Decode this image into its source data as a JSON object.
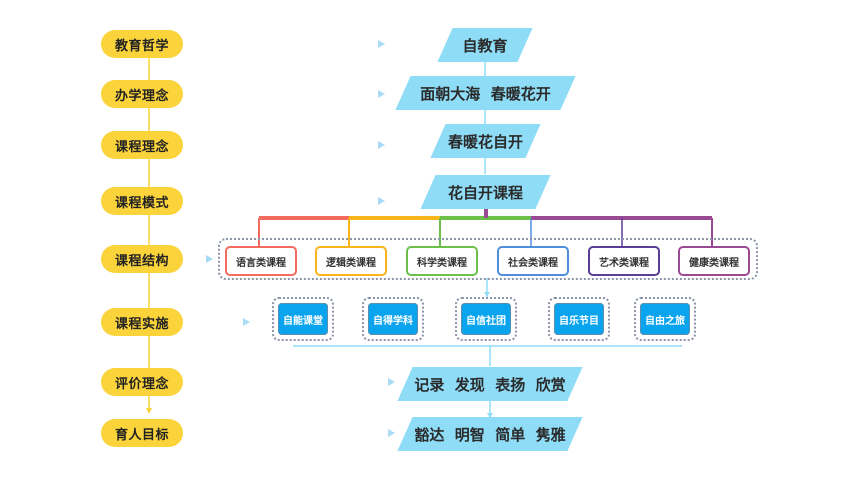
{
  "colors": {
    "pill": "#fbd43c",
    "parallelogram": "#8fdcf7",
    "connector": "#8fdcf7",
    "implementation_box": "#0aa4ee"
  },
  "left_column": [
    {
      "label": "教育哲学"
    },
    {
      "label": "办学理念"
    },
    {
      "label": "课程理念"
    },
    {
      "label": "课程模式"
    },
    {
      "label": "课程结构"
    },
    {
      "label": "课程实施"
    },
    {
      "label": "评价理念"
    },
    {
      "label": "育人目标"
    }
  ],
  "right_column": {
    "philosophy": "自教育",
    "school_idea": "面朝大海  春暖花开",
    "curriculum_idea": "春暖花自开",
    "curriculum_model": "花自开课程",
    "evaluation": "记录  发现  表扬  欣赏",
    "goal": "豁达  明智  简单  隽雅"
  },
  "courses": [
    {
      "label": "语言类课程",
      "color": "#f26b5e"
    },
    {
      "label": "逻辑类课程",
      "color": "#f8b41a"
    },
    {
      "label": "科学类课程",
      "color": "#6cc04a"
    },
    {
      "label": "社会类课程",
      "color": "#4f8ddd"
    },
    {
      "label": "艺术类课程",
      "color": "#5b3c96"
    },
    {
      "label": "健康类课程",
      "color": "#9a4a92"
    }
  ],
  "implementation": [
    {
      "label": "自能课堂"
    },
    {
      "label": "自得学科"
    },
    {
      "label": "自信社团"
    },
    {
      "label": "自乐节目"
    },
    {
      "label": "自由之旅"
    }
  ]
}
